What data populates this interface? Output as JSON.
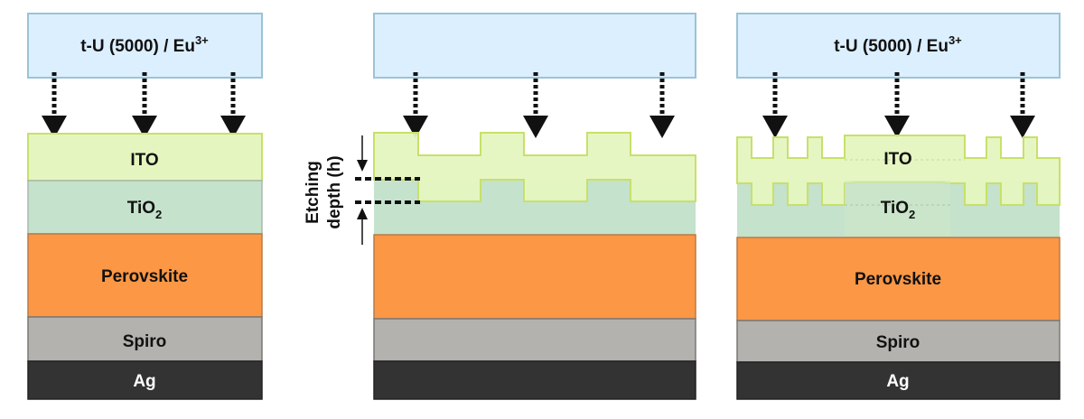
{
  "source_label": {
    "main": "t-U (5000) / Eu",
    "sup": "3+"
  },
  "panels": [
    {
      "id": "panel-1",
      "source_text_visible": true
    },
    {
      "id": "panel-2",
      "source_text_visible": false
    },
    {
      "id": "panel-3",
      "source_text_visible": true
    }
  ],
  "layers": {
    "ito": "ITO",
    "tio2_main": "TiO",
    "tio2_sub": "2",
    "perovskite": "Perovskite",
    "spiro": "Spiro",
    "ag": "Ag"
  },
  "etching": {
    "line1": "Etching",
    "line2": "depth (h)"
  },
  "colors": {
    "source_fill": "#dcefff",
    "source_stroke": "#9cc3d5",
    "ito": "#e5f5bf",
    "ito_stroke": "#c8e06a",
    "tio2": "#c4e2cc",
    "perovskite": "#fb9745",
    "spiro": "#b4b2ae",
    "ag": "#333333"
  }
}
